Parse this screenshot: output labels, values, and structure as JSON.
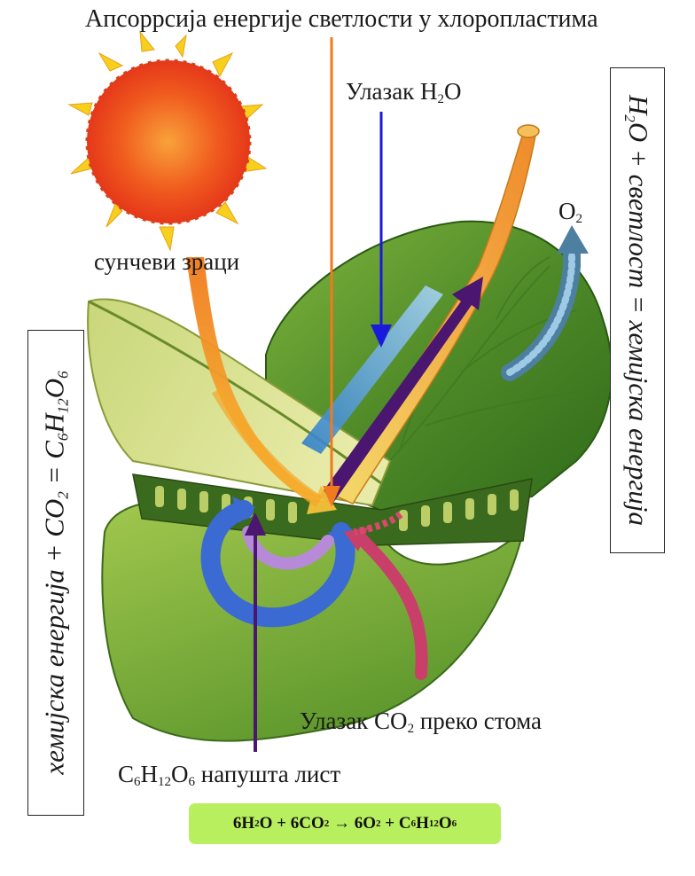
{
  "labels": {
    "title": "Апсоррсија енергије светлости у хлоропластима",
    "h2o_in": {
      "text": "Улазак Н",
      "sub": "2",
      "tail": "О"
    },
    "sun_rays": "сунчеви зраци",
    "o2": {
      "text": "О",
      "sub": "2"
    },
    "co2_in": {
      "text": "Улазак СО",
      "sub": "2",
      "tail": " преко стома"
    },
    "glucose_out": {
      "c": "С",
      "c_sub": "6",
      "h": "Н",
      "h_sub": "12",
      "o": "О",
      "o_sub": "6",
      "tail": " напушта лист"
    }
  },
  "right_box": {
    "part1": "Н",
    "sub1": "2",
    "part2": "О + светлост = хемијска енергија"
  },
  "left_box": {
    "part1": "хемијска енергија + СО",
    "sub1": "2",
    "part2": " = С",
    "sub2": "6",
    "part3": "Н",
    "sub3": "12",
    "part4": "О",
    "sub4": "6"
  },
  "equation": {
    "a": "6H",
    "a_sub": "2",
    "b": "O + 6CO",
    "b_sub": "2",
    "arrow": " → ",
    "c": "6O",
    "c_sub": "2",
    "d": " + C",
    "d_sub": "6",
    "e": "H",
    "e_sub": "12",
    "f": "O",
    "f_sub": "6"
  },
  "colors": {
    "equation_bg": "#b8ef5e",
    "light_arrow": "#f07a1c",
    "water_arrow": "#1a1adc",
    "glucose_arrow": "#4a1670",
    "co2_arrow": "#c8406a",
    "o2_arrow": "#4d7fa0",
    "leaf": "#5f9a2c",
    "sun": "#f04a1a"
  }
}
